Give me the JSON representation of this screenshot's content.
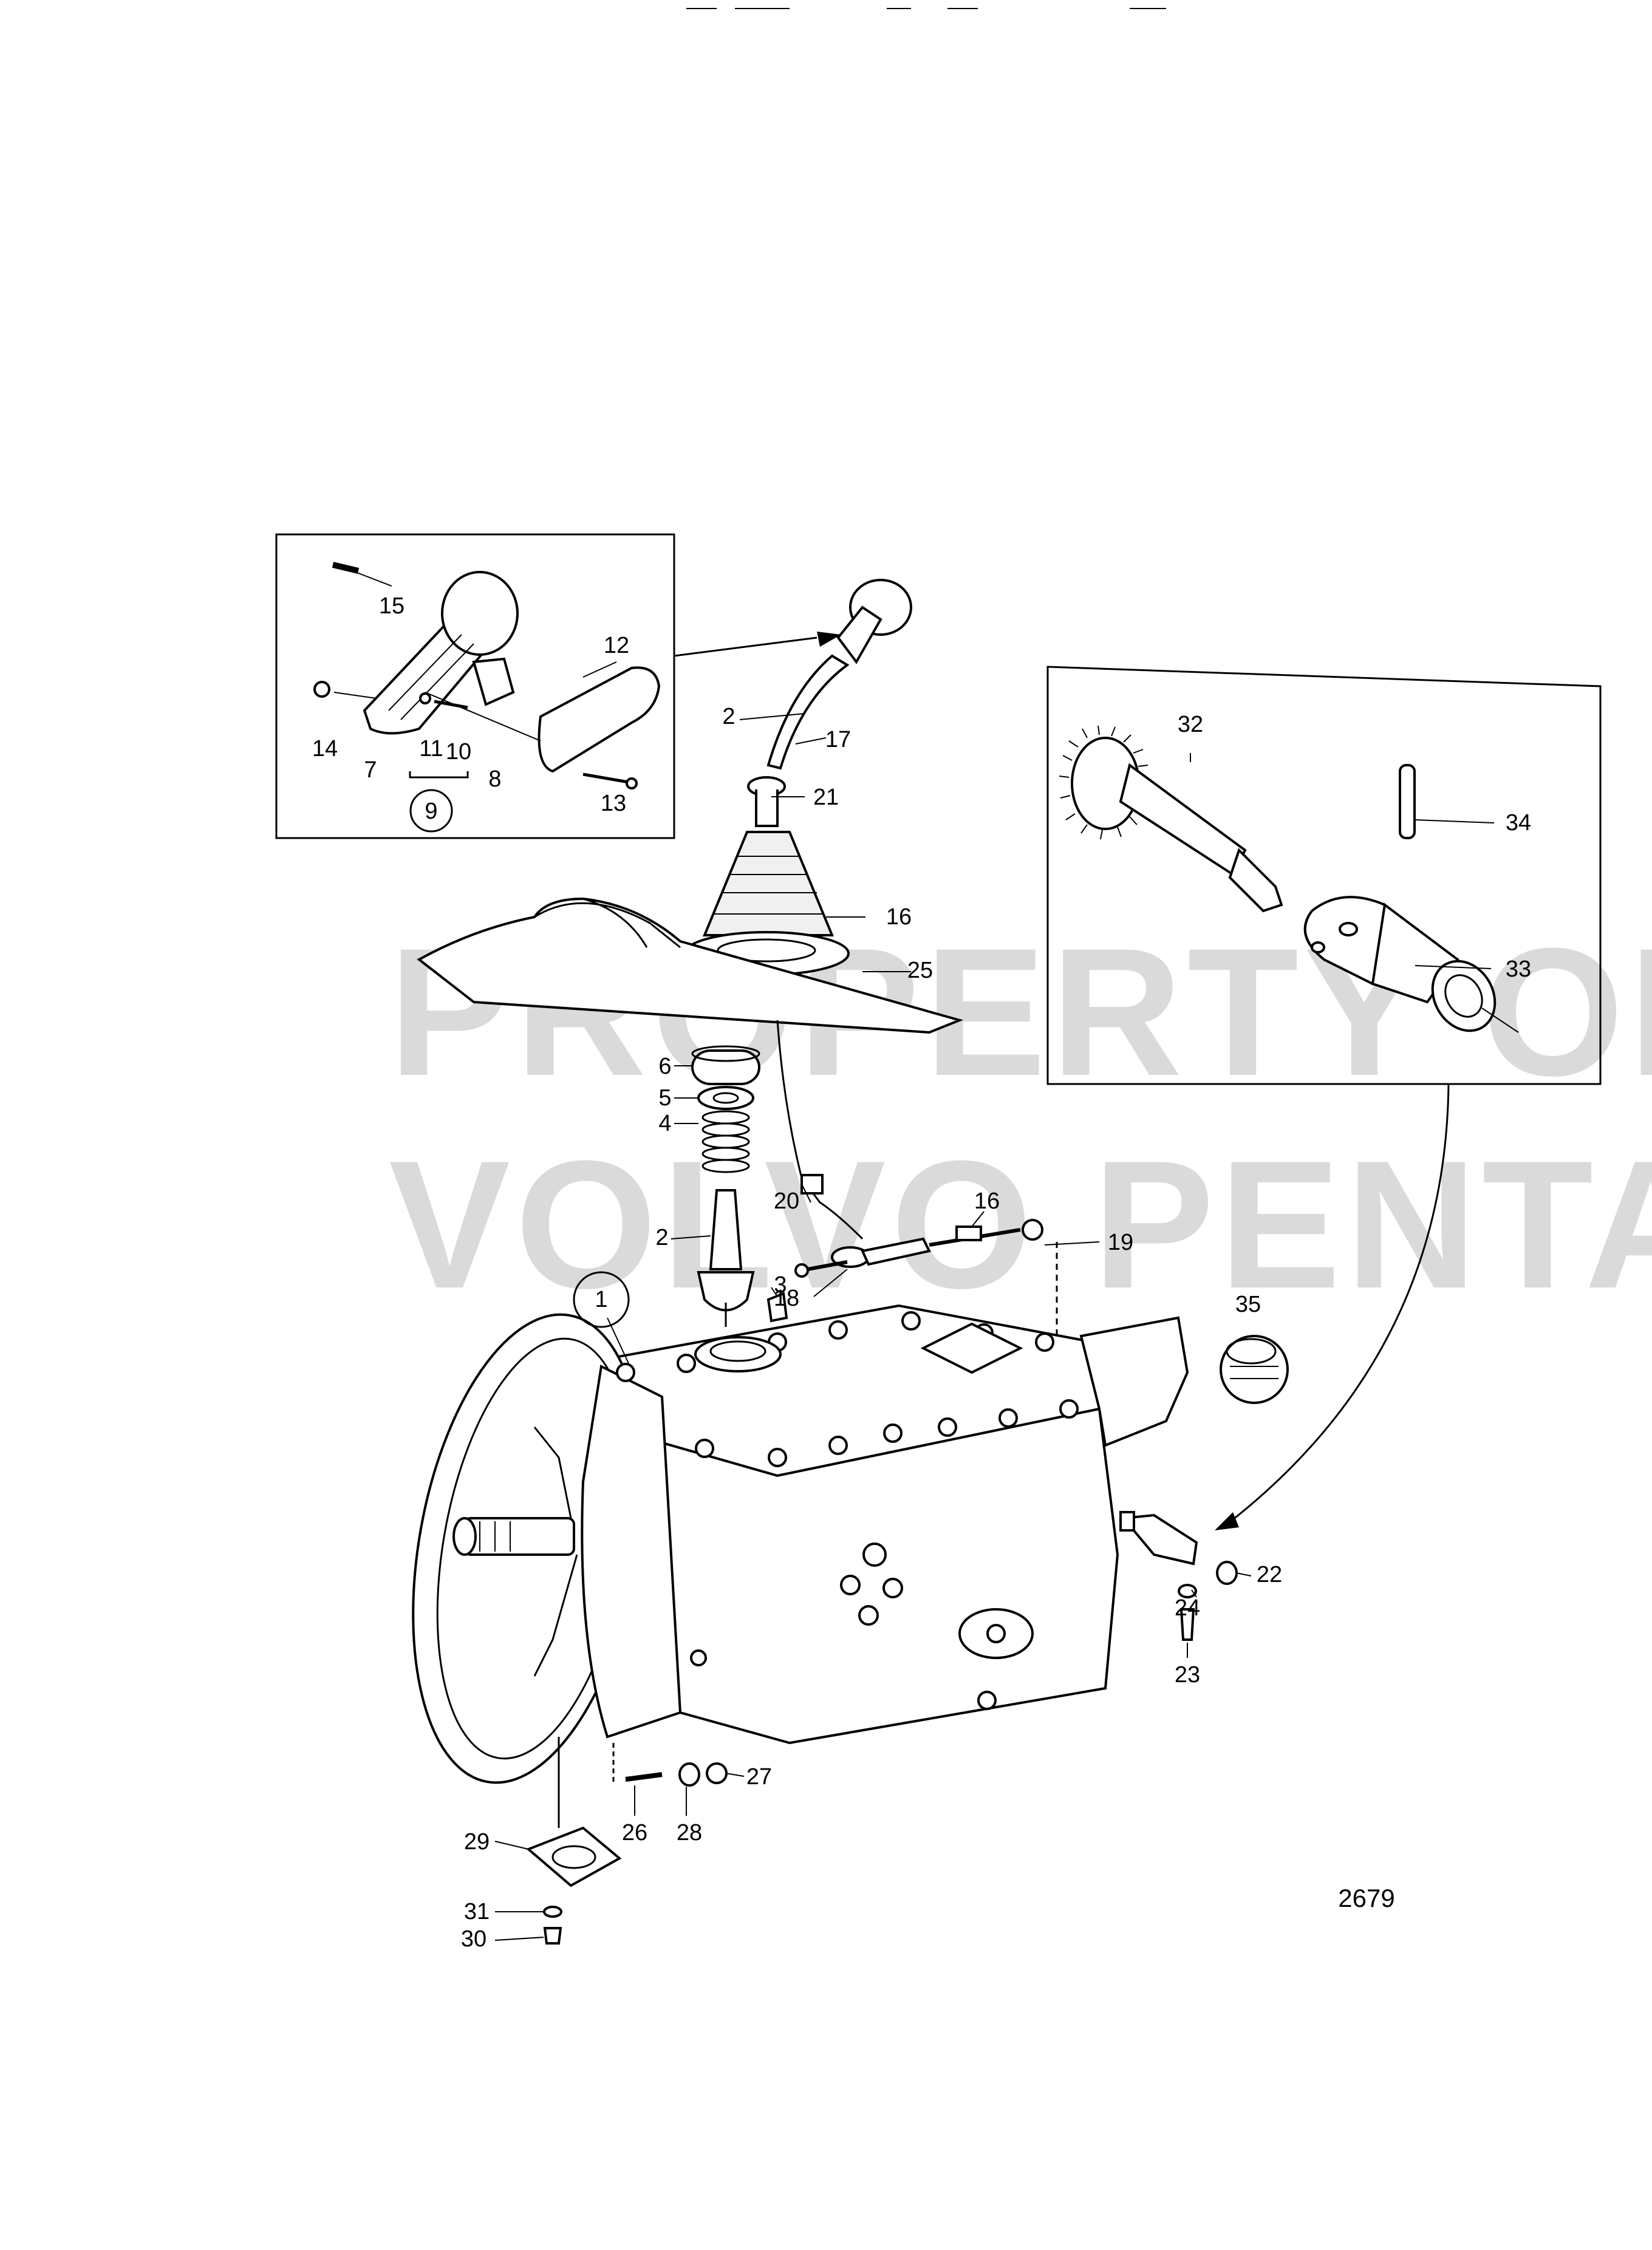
{
  "figure_number": "2679",
  "watermark": {
    "line1": "PROPERTY OF",
    "line2": "VOLVO PENTA"
  },
  "callouts": {
    "c1": "1",
    "c2a": "2",
    "c2b": "2",
    "c3": "3",
    "c4": "4",
    "c5": "5",
    "c6": "6",
    "c7": "7",
    "c8": "8",
    "c9": "9",
    "c10": "10",
    "c11": "11",
    "c12": "12",
    "c13": "13",
    "c14": "14",
    "c15": "15",
    "c16a": "16",
    "c16b": "16",
    "c17": "17",
    "c18": "18",
    "c19": "19",
    "c20": "20",
    "c21": "21",
    "c22": "22",
    "c23": "23",
    "c24": "24",
    "c25": "25",
    "c26": "26",
    "c27": "27",
    "c28": "28",
    "c29": "29",
    "c30": "30",
    "c31": "31",
    "c32": "32",
    "c33": "33",
    "c34": "34",
    "c35": "35"
  }
}
